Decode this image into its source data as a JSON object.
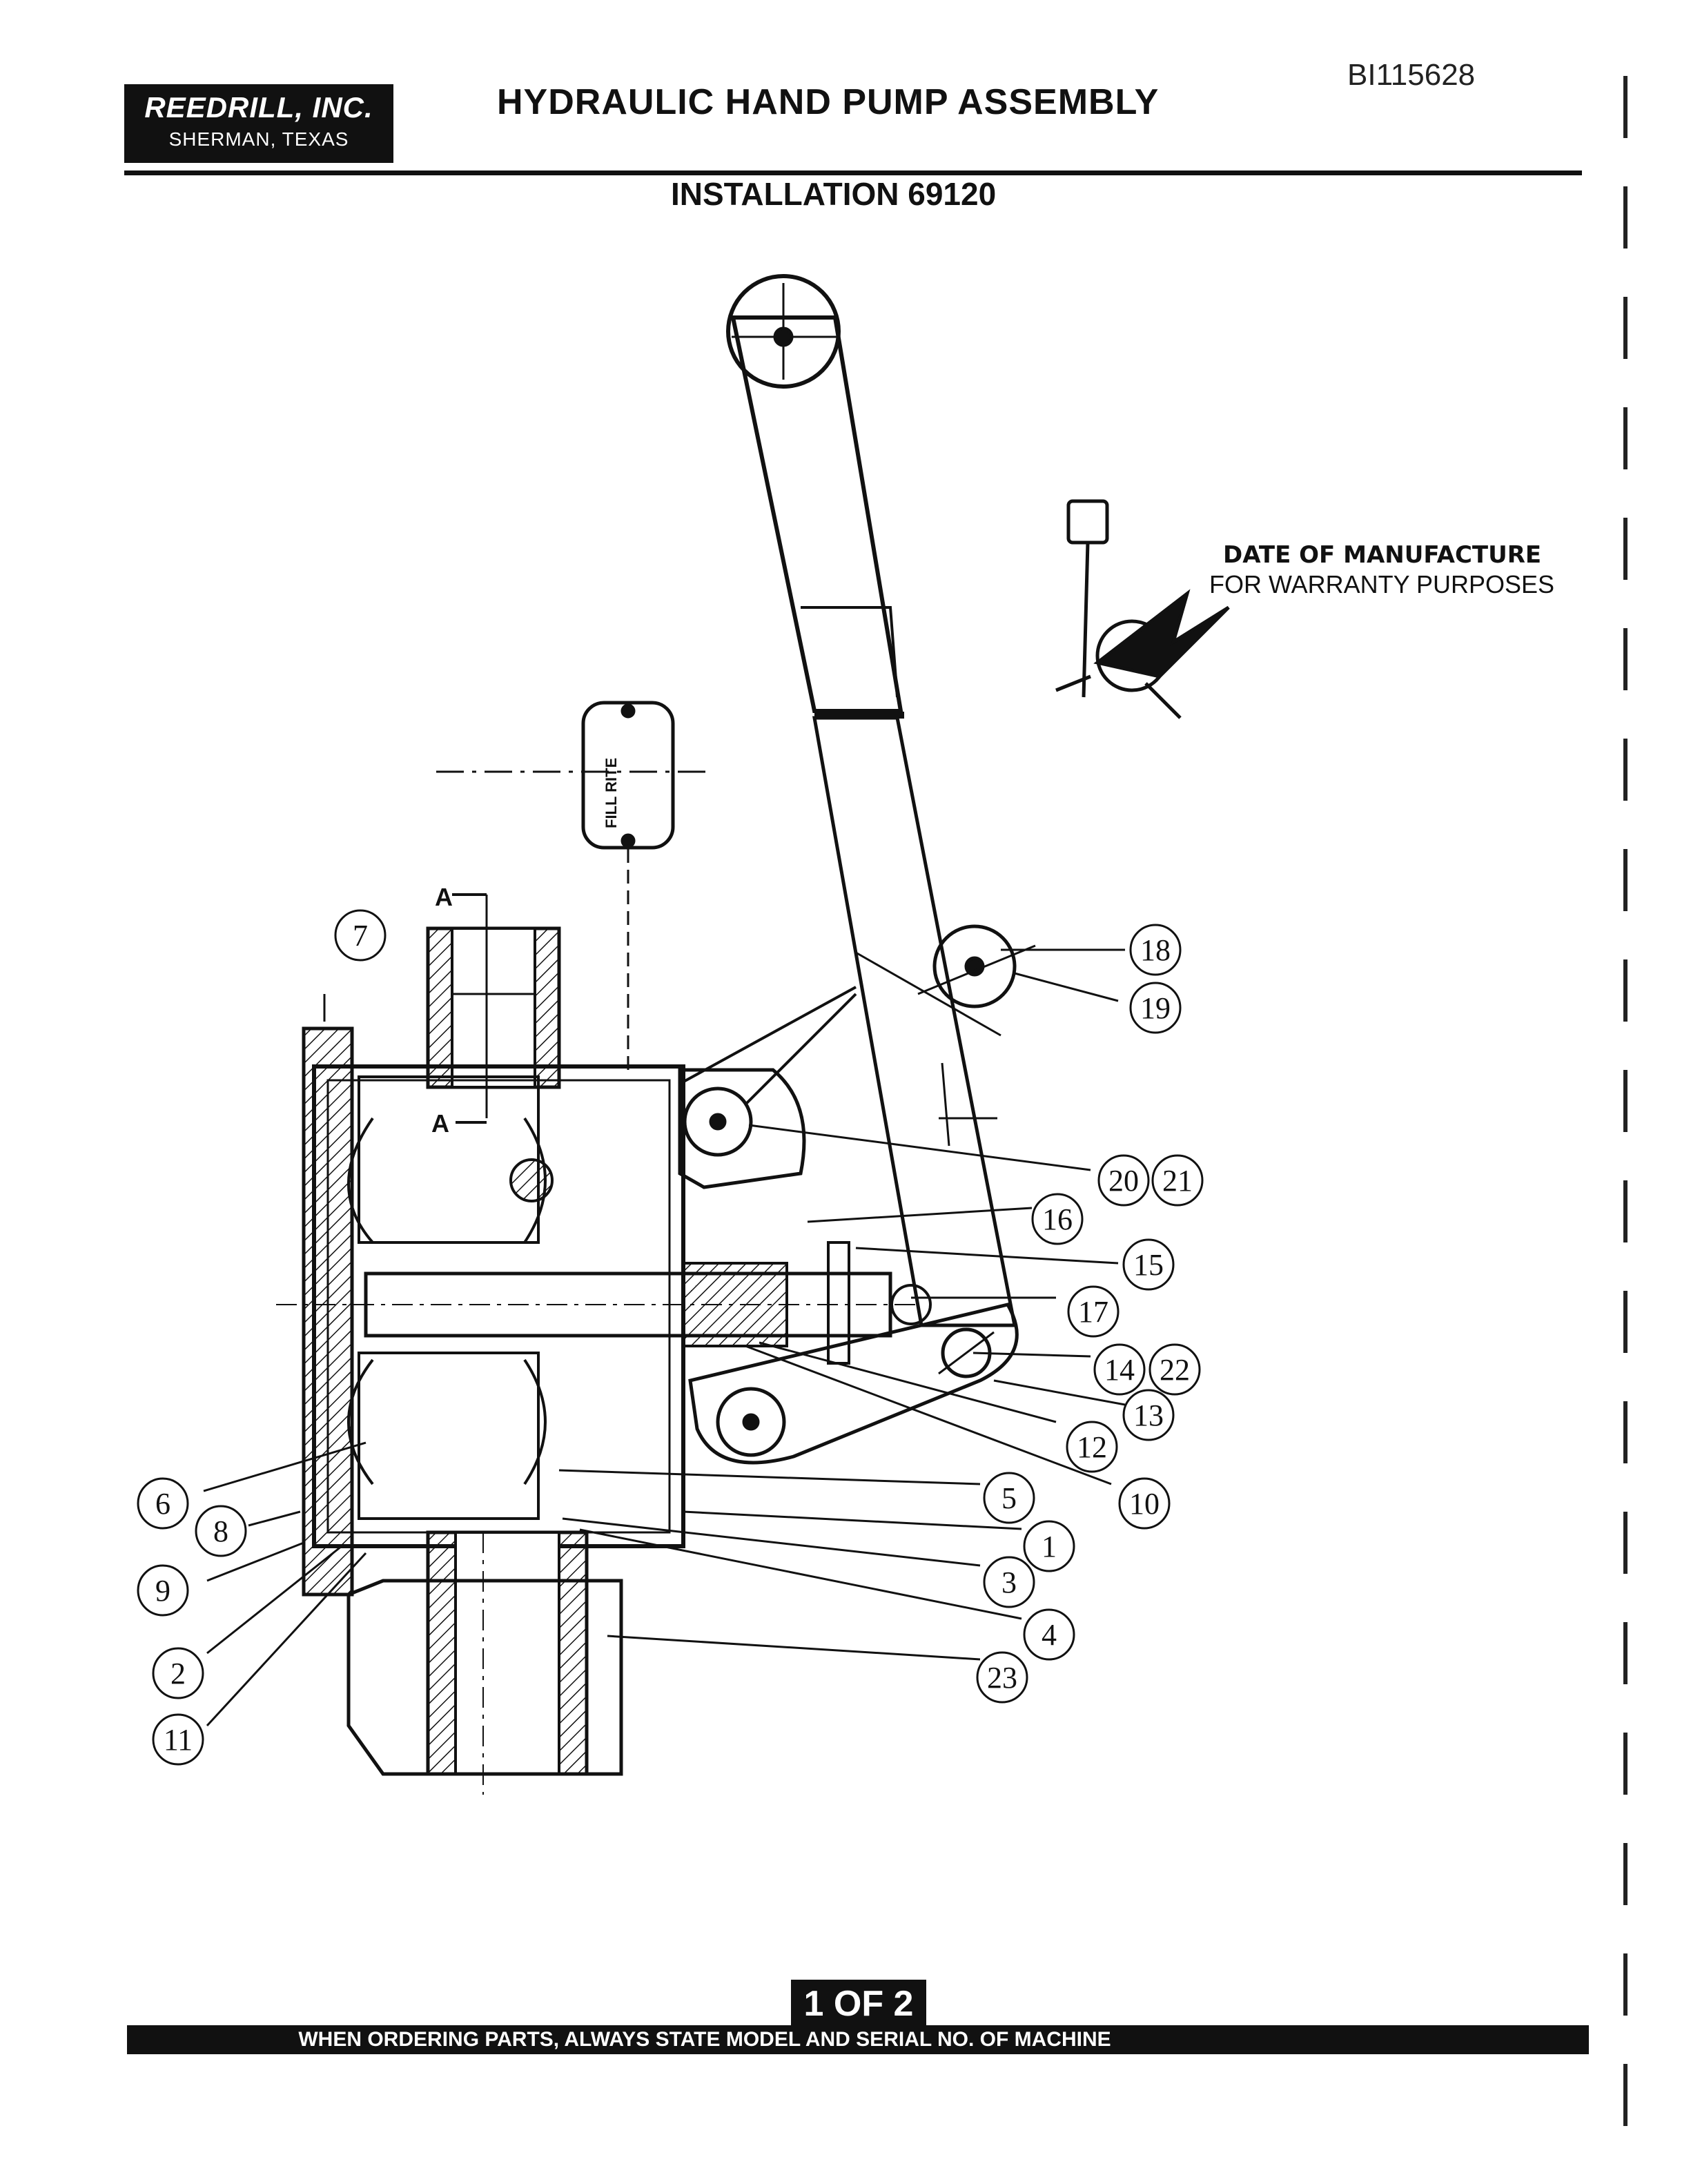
{
  "header": {
    "logo_name": "REEDRILL, INC.",
    "logo_location": "SHERMAN, TEXAS",
    "title": "HYDRAULIC HAND PUMP ASSEMBLY",
    "doc_id": "BI115628",
    "subtitle": "INSTALLATION 69120"
  },
  "diagram": {
    "gauge_label": "FILL RITE",
    "section_label_a1": "A",
    "section_label_a2": "A",
    "warranty_line1": "DATE OF MANUFACTURE",
    "warranty_line2": "FOR WARRANTY PURPOSES",
    "callouts": [
      "7",
      "18",
      "19",
      "20",
      "21",
      "16",
      "15",
      "17",
      "14",
      "22",
      "13",
      "12",
      "10",
      "5",
      "1",
      "3",
      "4",
      "23",
      "6",
      "8",
      "9",
      "2",
      "11"
    ]
  },
  "footer": {
    "page": "1 OF 2",
    "note": "WHEN ORDERING PARTS, ALWAYS STATE MODEL AND SERIAL NO. OF MACHINE"
  },
  "colors": {
    "ink": "#111111",
    "paper": "#ffffff"
  }
}
